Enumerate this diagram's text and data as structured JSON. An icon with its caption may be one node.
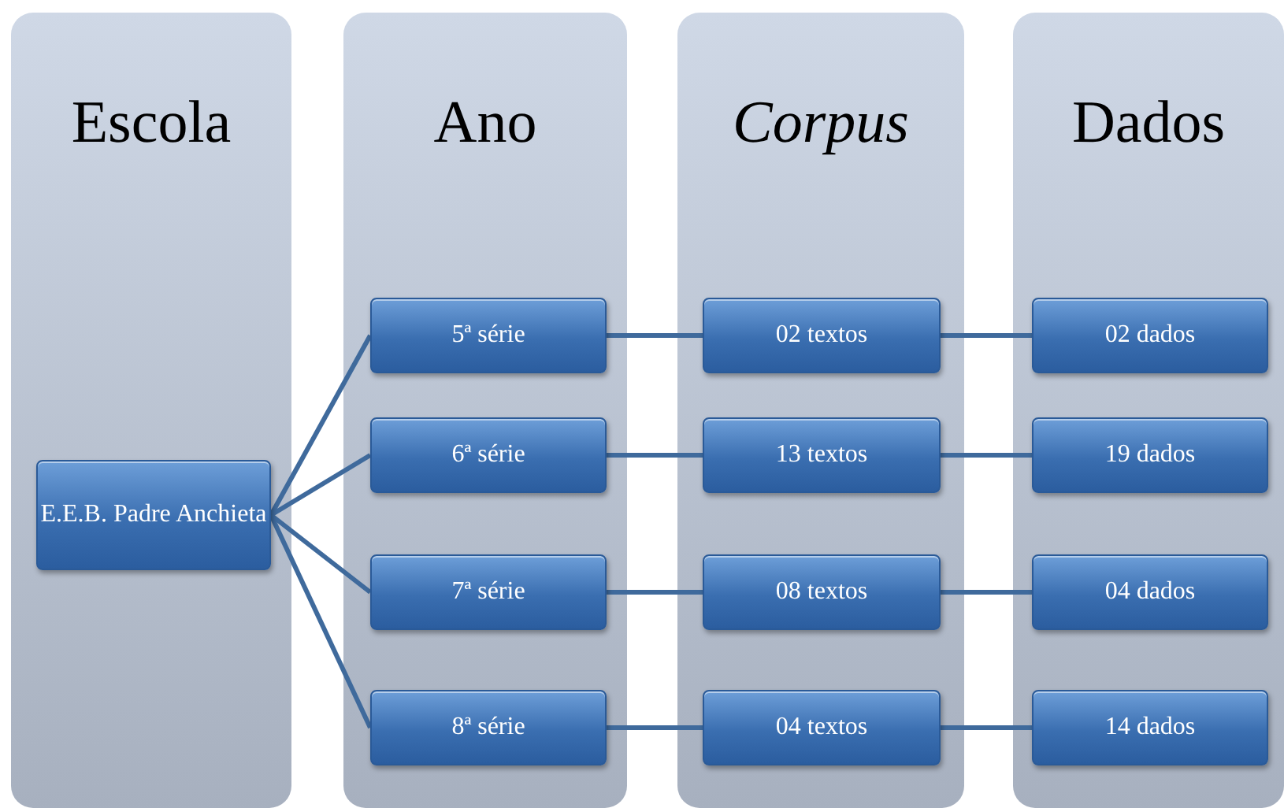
{
  "diagram": {
    "nodes": [
      {
        "text": [
          "Escola"
        ]
      },
      {
        "text": [
          "Ano"
        ]
      },
      {
        "text": [
          "*Corpus*"
        ]
      },
      {
        "text": [
          "Dados"
        ]
      },
      {
        "text": [
          "E.E.B. Padre Anchieta"
        ],
        "in": 0
      },
      {
        "text": [
          "5ª série"
        ],
        "in": 1
      },
      {
        "text": [
          "6ª série"
        ],
        "in": 1
      },
      {
        "text": [
          "7ª série"
        ],
        "in": 1
      },
      {
        "text": [
          "8ª série"
        ],
        "in": 1
      },
      {
        "text": [
          "02 textos"
        ],
        "in": 2
      },
      {
        "text": [
          "13 textos"
        ],
        "in": 2
      },
      {
        "text": [
          "08 textos"
        ],
        "in": 2
      },
      {
        "text": [
          "04 textos"
        ],
        "in": 2
      },
      {
        "text": [
          "02 dados"
        ],
        "in": 3
      },
      {
        "text": [
          "19 dados"
        ],
        "in": 3
      },
      {
        "text": [
          "04 dados"
        ],
        "in": 3
      },
      {
        "text": [
          "14 dados"
        ],
        "in": 3
      }
    ],
    "edges": [
      {
        "from": 4,
        "to": 5,
        "arrow": "none"
      },
      {
        "from": 4,
        "to": 6,
        "arrow": "none"
      },
      {
        "from": 4,
        "to": 7,
        "arrow": "none"
      },
      {
        "from": 4,
        "to": 8,
        "arrow": "none"
      },
      {
        "from": 5,
        "to": 9,
        "arrow": "none"
      },
      {
        "from": 6,
        "to": 10,
        "arrow": "none"
      },
      {
        "from": 7,
        "to": 11,
        "arrow": "none"
      },
      {
        "from": 8,
        "to": 12,
        "arrow": "none"
      },
      {
        "from": 9,
        "to": 13,
        "arrow": "none"
      },
      {
        "from": 10,
        "to": 14,
        "arrow": "none"
      },
      {
        "from": 11,
        "to": 15,
        "arrow": "none"
      },
      {
        "from": 12,
        "to": 16,
        "arrow": "none"
      }
    ]
  }
}
